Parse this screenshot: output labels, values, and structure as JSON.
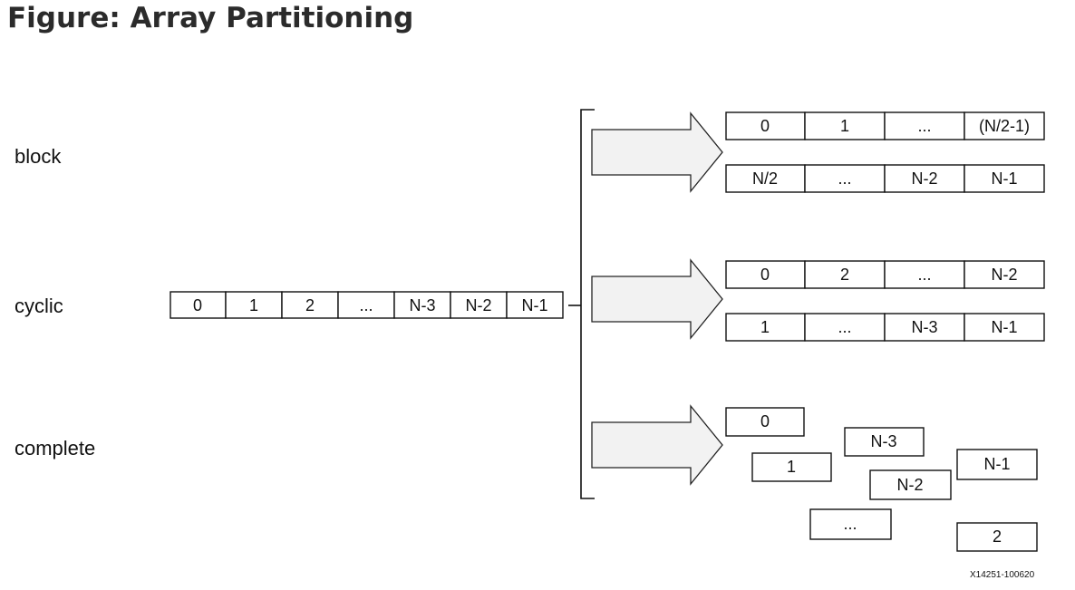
{
  "title": "Figure: Array Partitioning",
  "labels": {
    "block": "block",
    "cyclic": "cyclic",
    "complete": "complete"
  },
  "source_array": [
    "0",
    "1",
    "2",
    "...",
    "N-3",
    "N-2",
    "N-1"
  ],
  "block": {
    "row1": [
      "0",
      "1",
      "...",
      "(N/2-1)"
    ],
    "row2": [
      "N/2",
      "...",
      "N-2",
      "N-1"
    ]
  },
  "cyclic": {
    "row1": [
      "0",
      "2",
      "...",
      "N-2"
    ],
    "row2": [
      "1",
      "...",
      "N-3",
      "N-1"
    ]
  },
  "complete": {
    "elements": [
      "0",
      "N-3",
      "1",
      "N-1",
      "N-2",
      "...",
      "2"
    ]
  },
  "figure_id": "X14251-100620"
}
